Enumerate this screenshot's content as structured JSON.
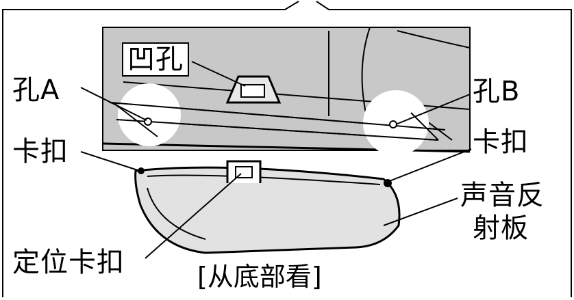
{
  "labels": {
    "recess_hole": "凹孔",
    "hole_a": "孔A",
    "hole_b": "孔B",
    "clip_left": "卡扣",
    "clip_right": "卡扣",
    "reflector_line1": "声音反",
    "reflector_line2": "射板",
    "positioning_clip": "定位卡扣"
  },
  "caption": {
    "open": "[",
    "text": "从底部看",
    "close": "]"
  },
  "colors": {
    "panel_fill": "#c8c8c8",
    "reflector_fill": "#e2e2e2",
    "line": "#000000",
    "highlight": "#ffffff"
  }
}
